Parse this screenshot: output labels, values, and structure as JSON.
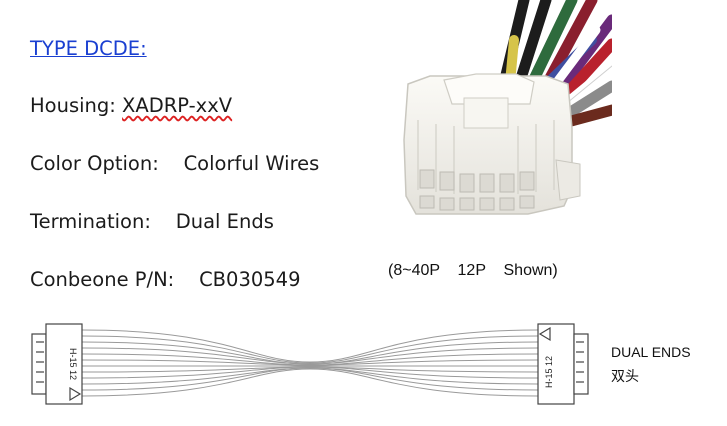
{
  "specs": {
    "type_code": "TYPE DCDE:",
    "housing_label": "Housing:",
    "housing_value": "XADRP-xxV",
    "color_label": "Color Option:",
    "color_value": "Colorful Wires",
    "termination_label": "Termination:",
    "termination_value": "Dual Ends",
    "pn_label": "Conbeone P/N:",
    "pn_value": "CB030549"
  },
  "photo_caption": "(8~40P    12P    Shown)",
  "cable_diagram": {
    "title_en": "DUAL ENDS",
    "title_cn": "双头",
    "connector_marking": "H-15 12",
    "pin_count": 12
  },
  "colors": {
    "link_blue": "#1a3fd1",
    "housing_white": "#f2f1ec",
    "wires": [
      "#1c1c1c",
      "#8a1f2e",
      "#b9212d",
      "#d6c44a",
      "#2e6b3d",
      "#3f4fa0",
      "#6a2a7a",
      "#ffffff",
      "#8b8b8b",
      "#6b2b1e"
    ]
  }
}
